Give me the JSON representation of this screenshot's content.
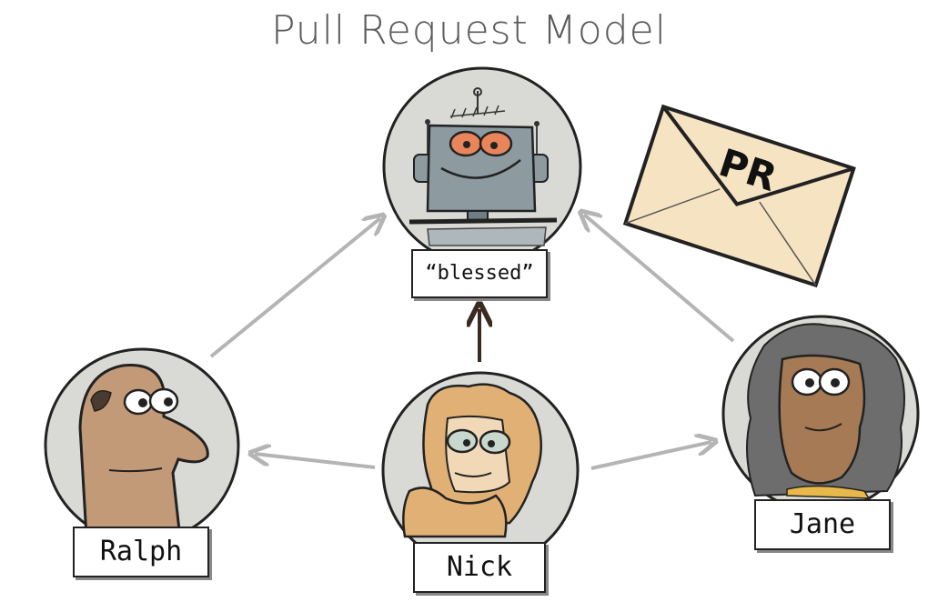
{
  "title": "Pull Request Model",
  "envelope_text": "PR",
  "nodes": {
    "blessed": {
      "label": "“blessed”"
    },
    "ralph": {
      "label": "Ralph"
    },
    "nick": {
      "label": "Nick"
    },
    "jane": {
      "label": "Jane"
    }
  },
  "colors": {
    "circle_fill": "#d9d9d6",
    "arrow_gray": "#b4b4b4",
    "arrow_dark": "#3a2a22",
    "envelope": "#f6e3c2"
  }
}
